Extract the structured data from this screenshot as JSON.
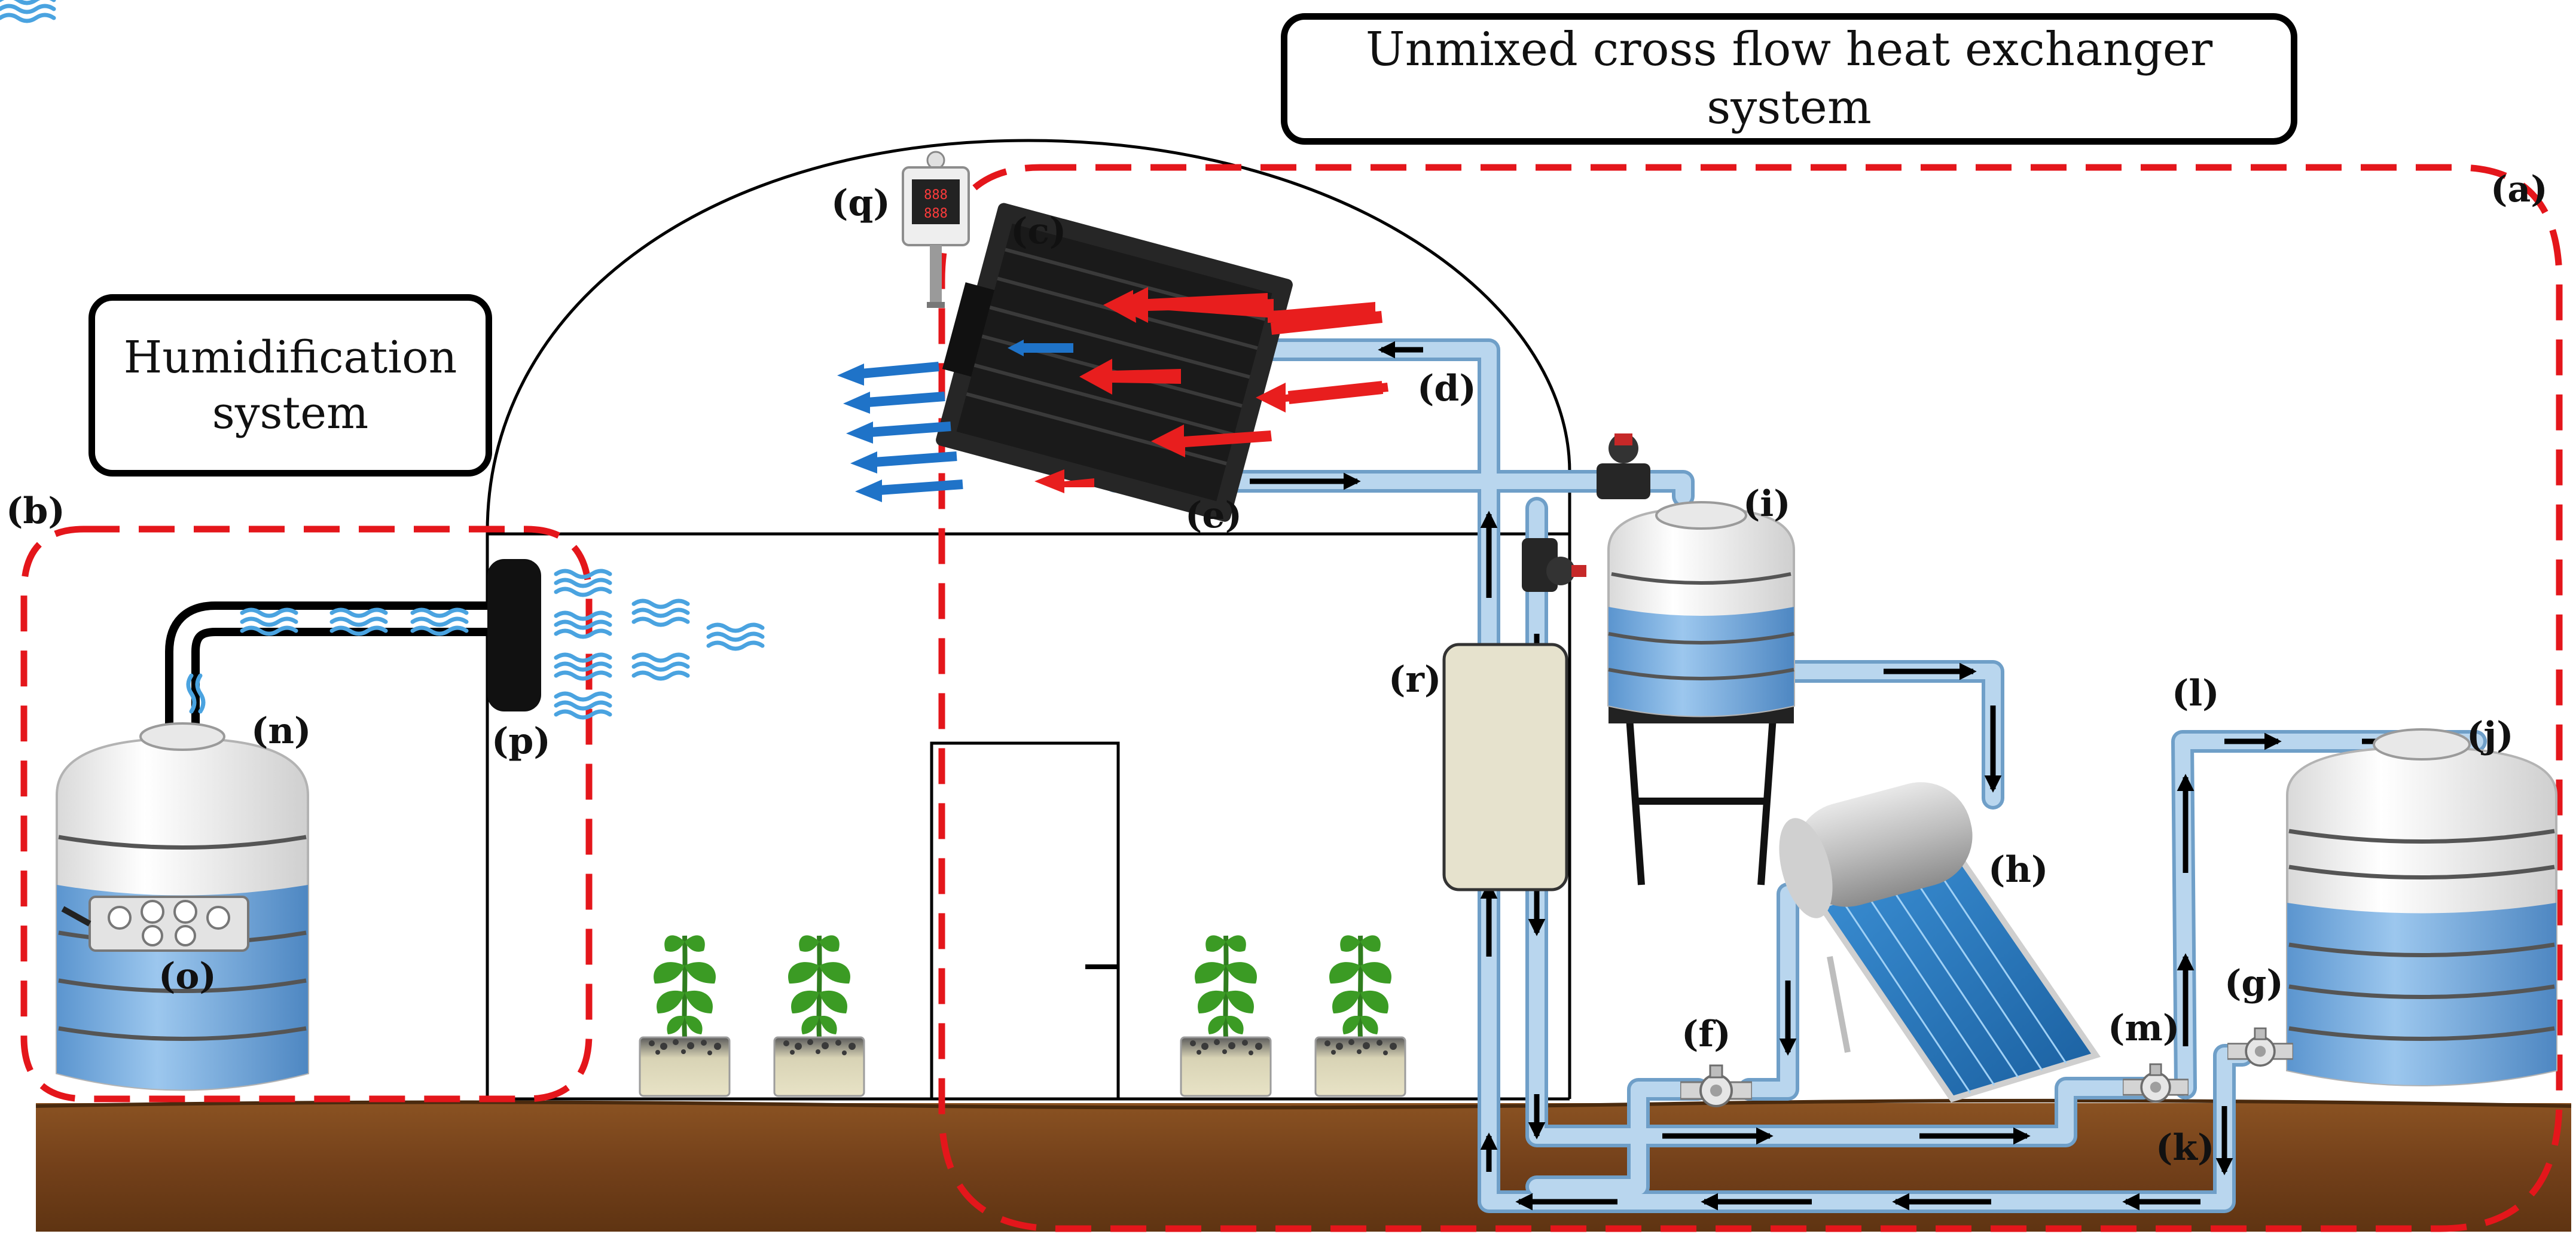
{
  "system_titles": {
    "heat_exchanger": "Unmixed cross flow heat exchanger system",
    "humidification": "Humidification system"
  },
  "labels": {
    "a": "(a)",
    "b": "(b)",
    "c": "(c)",
    "d": "(d)",
    "e": "(e)",
    "f": "(f)",
    "g": "(g)",
    "h": "(h)",
    "i": "(i)",
    "j": "(j)",
    "k": "(k)",
    "l": "(l)",
    "m": "(m)",
    "n": "(n)",
    "o": "(o)",
    "p": "(p)",
    "q": "(q)",
    "r": "(r)"
  },
  "sensor_display": {
    "line1": "888",
    "line2": "888"
  },
  "colors": {
    "dashed_boundary": "#e4161b",
    "pipe": "#a9cbe6",
    "pipe_edge": "#6f9fc8",
    "hot_air_arrow": "#e81e1e",
    "cold_air_arrow": "#1f73c8",
    "humid_air": "#4aa3e0",
    "water": "#6ea8dc",
    "soil": "#7a4519",
    "radiator": "#1e1e1e"
  }
}
